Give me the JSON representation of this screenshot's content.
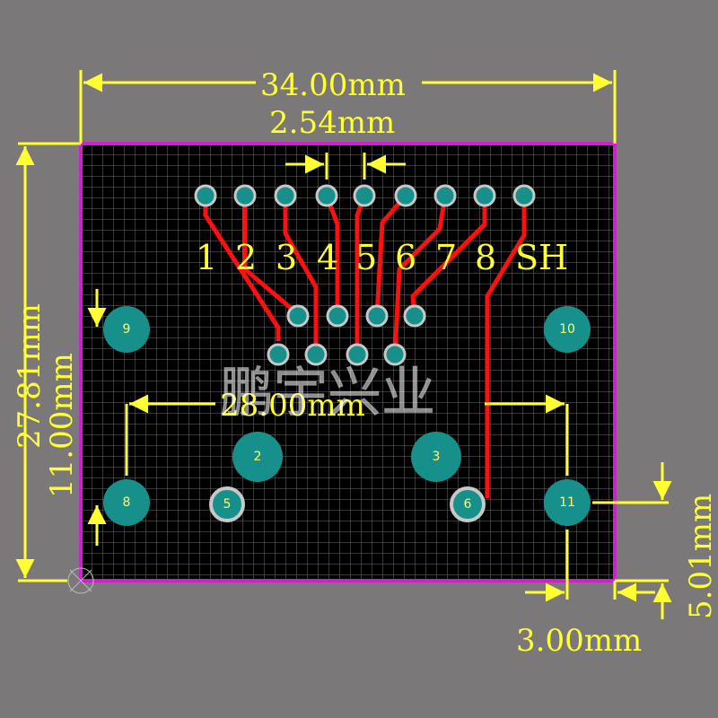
{
  "dimensions": {
    "board_width": "34.00mm",
    "pin_pitch": "2.54mm",
    "board_height": "27.81mm",
    "mount_hole_offset": "11.00mm",
    "mount_hole_spacing": "28.00mm",
    "edge_offset_right": "5.01mm",
    "edge_offset_bottom": "3.00mm"
  },
  "pin_labels": [
    "1",
    "2",
    "3",
    "4",
    "5",
    "6",
    "7",
    "8",
    "SH"
  ],
  "pads": {
    "mount_holes": [
      "9",
      "10",
      "8",
      "11"
    ],
    "led_pads": [
      "2",
      "3"
    ],
    "led_holes": [
      "5",
      "6"
    ]
  },
  "watermark": "鹏宇兴业",
  "colors": {
    "background": "#7a7878",
    "board": "#000000",
    "grid": "#6e6e6e",
    "outline": "#cc22cc",
    "dimension": "#ffff33",
    "trace": "#ff1010",
    "pad": "#17908c",
    "pad_ring": "#c8c8c8"
  }
}
